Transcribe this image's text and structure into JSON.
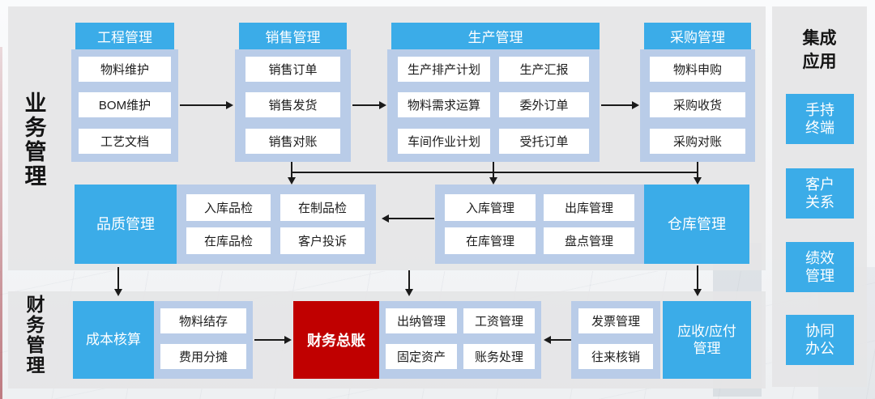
{
  "page": {
    "title_business": "业务管理",
    "title_finance": "财务管理",
    "title_integration": "集成\n应用"
  },
  "colors": {
    "accent_blue": "#3BACE8",
    "container_blue": "#B9CCE8",
    "highlight_red": "#C00000",
    "panel_gray": "#E5E5E6",
    "arrow_black": "#1A1A1A"
  },
  "engineering": {
    "title": "工程管理",
    "items": [
      "物料维护",
      "BOM维护",
      "工艺文档"
    ]
  },
  "sales": {
    "title": "销售管理",
    "items": [
      "销售订单",
      "销售发货",
      "销售对账"
    ]
  },
  "production": {
    "title": "生产管理",
    "items_left": [
      "生产排产计划",
      "物料需求运算",
      "车间作业计划"
    ],
    "items_right": [
      "生产汇报",
      "委外订单",
      "受托订单"
    ]
  },
  "procurement": {
    "title": "采购管理",
    "items": [
      "物料申购",
      "采购收货",
      "采购对账"
    ]
  },
  "quality": {
    "title": "品质管理",
    "items": [
      "入库品检",
      "在制品检",
      "在库品检",
      "客户投诉"
    ]
  },
  "warehouse": {
    "title": "仓库管理",
    "items": [
      "入库管理",
      "出库管理",
      "在库管理",
      "盘点管理"
    ]
  },
  "costing": {
    "title": "成本核算",
    "items": [
      "物料结存",
      "费用分摊"
    ]
  },
  "general_ledger": {
    "title": "财务总账"
  },
  "treasury": {
    "items": [
      "出纳管理",
      "工资管理",
      "固定资产",
      "账务处理"
    ]
  },
  "invoices": {
    "items": [
      "发票管理",
      "往来核销"
    ]
  },
  "receivable_payable": {
    "title": "应收/应付\n管理"
  },
  "integration_apps": [
    {
      "label": "手持\n终端"
    },
    {
      "label": "客户\n关系"
    },
    {
      "label": "绩效\n管理"
    },
    {
      "label": "协同\n办公"
    }
  ]
}
